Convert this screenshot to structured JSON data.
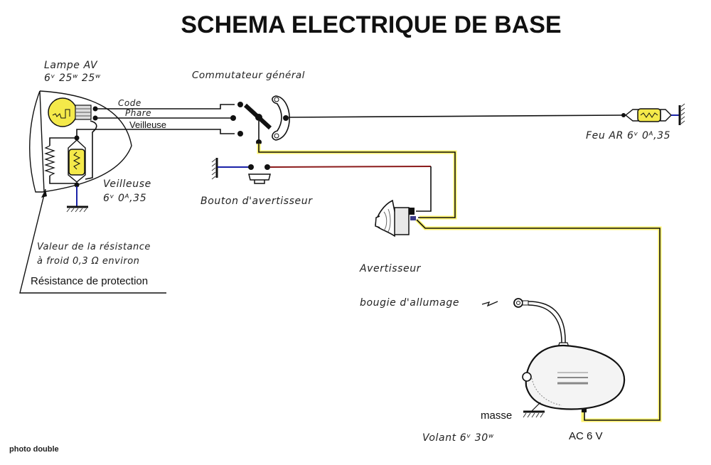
{
  "title": "SCHEMA ELECTRIQUE DE BASE",
  "colors": {
    "wire": "#111111",
    "yellow_wire": "#fff36b",
    "ground_wire": "#1a22a8",
    "horn_wire": "#8b1a1a",
    "bulb_fill": "#f4e94a"
  },
  "headlamp": {
    "label_line1": "Lampe  AV",
    "label_line2": "6ᵛ 25ʷ 25ʷ",
    "wire_labels": [
      "Code",
      "Phare",
      "Veilleuse"
    ]
  },
  "pilot_lamp": {
    "label_line1": "Veilleuse",
    "label_line2": "6ᵛ 0ᴬ,35"
  },
  "resistance": {
    "note_line1": "Valeur de la résistance",
    "note_line2": "à froid 0,3 Ω   environ",
    "caption": "Résistance de protection"
  },
  "main_switch": {
    "label": "Commutateur général"
  },
  "tail_lamp": {
    "label": "Feu AR 6ᵛ 0ᴬ,35"
  },
  "horn_button": {
    "label": "Bouton d'avertisseur"
  },
  "horn": {
    "label": "Avertisseur"
  },
  "spark_plug": {
    "label": "bougie d'allumage"
  },
  "flywheel": {
    "label": "Volant 6ᵛ 30ʷ",
    "ground_label": "masse",
    "output_label": "AC 6 V"
  },
  "footer_note": "photo double"
}
